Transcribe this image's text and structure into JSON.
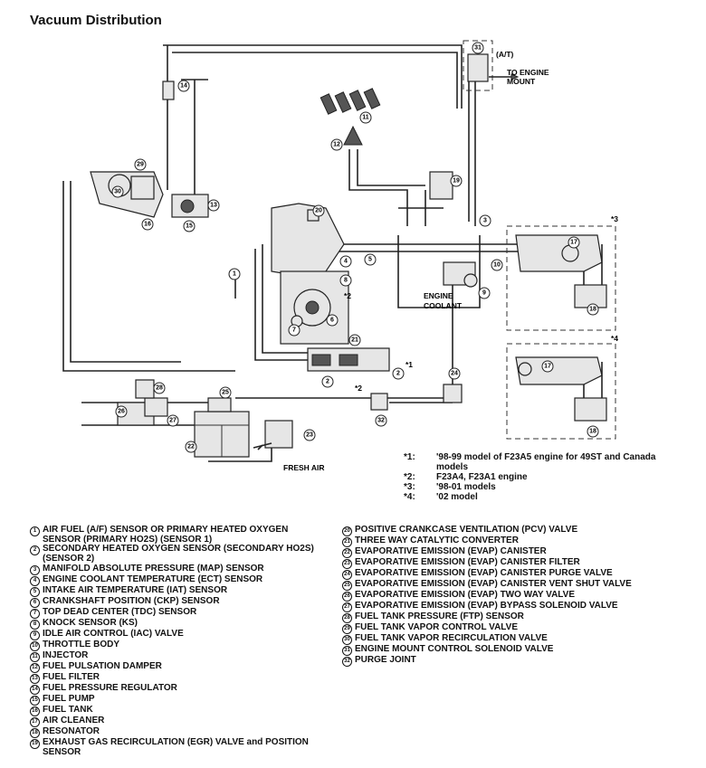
{
  "title": "Vacuum Distribution",
  "diagram_labels": {
    "at": "(A/T)",
    "to_engine_mount_1": "TO ENGINE",
    "to_engine_mount_2": "MOUNT",
    "engine_coolant_1": "ENGINE",
    "engine_coolant_2": "COOLANT",
    "fresh_air": "FRESH AIR",
    "mark1": "*1",
    "mark2a": "*2",
    "mark2b": "*2",
    "mark3": "*3",
    "mark4": "*4"
  },
  "callouts": [
    "1",
    "2",
    "3",
    "4",
    "5",
    "6",
    "7",
    "8",
    "9",
    "10",
    "11",
    "12",
    "13",
    "14",
    "15",
    "16",
    "17",
    "18",
    "19",
    "20",
    "21",
    "22",
    "23",
    "24",
    "25",
    "26",
    "27",
    "28",
    "29",
    "30",
    "31",
    "32"
  ],
  "footnotes": [
    {
      "key": "*1:",
      "text": "'98-99 model of F23A5 engine for 49ST and Canada models"
    },
    {
      "key": "*2:",
      "text": "F23A4, F23A1 engine"
    },
    {
      "key": "*3:",
      "text": "'98-01 models"
    },
    {
      "key": "*4:",
      "text": "'02 model"
    }
  ],
  "legend_left": [
    {
      "n": "1",
      "text": "AIR FUEL (A/F) SENSOR OR PRIMARY HEATED OXYGEN SENSOR (PRIMARY HO2S) (SENSOR 1)"
    },
    {
      "n": "2",
      "text": "SECONDARY HEATED OXYGEN SENSOR (SECONDARY HO2S) (SENSOR 2)"
    },
    {
      "n": "3",
      "text": "MANIFOLD ABSOLUTE PRESSURE (MAP) SENSOR"
    },
    {
      "n": "4",
      "text": "ENGINE COOLANT TEMPERATURE (ECT) SENSOR"
    },
    {
      "n": "5",
      "text": "INTAKE AIR TEMPERATURE (IAT) SENSOR"
    },
    {
      "n": "6",
      "text": "CRANKSHAFT POSITION (CKP) SENSOR"
    },
    {
      "n": "7",
      "text": "TOP DEAD CENTER (TDC) SENSOR"
    },
    {
      "n": "8",
      "text": "KNOCK SENSOR (KS)"
    },
    {
      "n": "9",
      "text": "IDLE AIR CONTROL (IAC) VALVE"
    },
    {
      "n": "10",
      "text": "THROTTLE BODY"
    },
    {
      "n": "11",
      "text": "INJECTOR"
    },
    {
      "n": "12",
      "text": "FUEL PULSATION DAMPER"
    },
    {
      "n": "13",
      "text": "FUEL FILTER"
    },
    {
      "n": "14",
      "text": "FUEL PRESSURE REGULATOR"
    },
    {
      "n": "15",
      "text": "FUEL PUMP"
    },
    {
      "n": "16",
      "text": "FUEL TANK"
    },
    {
      "n": "17",
      "text": "AIR CLEANER"
    },
    {
      "n": "18",
      "text": "RESONATOR"
    },
    {
      "n": "19",
      "text": "EXHAUST GAS RECIRCULATION (EGR) VALVE and POSITION SENSOR"
    }
  ],
  "legend_right": [
    {
      "n": "20",
      "text": "POSITIVE CRANKCASE VENTILATION (PCV) VALVE"
    },
    {
      "n": "21",
      "text": "THREE WAY CATALYTIC CONVERTER"
    },
    {
      "n": "22",
      "text": "EVAPORATIVE EMISSION (EVAP) CANISTER"
    },
    {
      "n": "23",
      "text": "EVAPORATIVE EMISSION (EVAP) CANISTER FILTER"
    },
    {
      "n": "24",
      "text": "EVAPORATIVE EMISSION (EVAP) CANISTER PURGE VALVE"
    },
    {
      "n": "25",
      "text": "EVAPORATIVE EMISSION (EVAP) CANISTER VENT SHUT VALVE"
    },
    {
      "n": "26",
      "text": "EVAPORATIVE EMISSION (EVAP) TWO WAY VALVE"
    },
    {
      "n": "27",
      "text": "EVAPORATIVE EMISSION (EVAP) BYPASS SOLENOID VALVE"
    },
    {
      "n": "28",
      "text": "FUEL TANK PRESSURE (FTP) SENSOR"
    },
    {
      "n": "29",
      "text": "FUEL TANK VAPOR CONTROL VALVE"
    },
    {
      "n": "30",
      "text": "FUEL TANK VAPOR RECIRCULATION VALVE"
    },
    {
      "n": "31",
      "text": "ENGINE MOUNT CONTROL SOLENOID VALVE"
    },
    {
      "n": "32",
      "text": "PURGE JOINT"
    }
  ]
}
